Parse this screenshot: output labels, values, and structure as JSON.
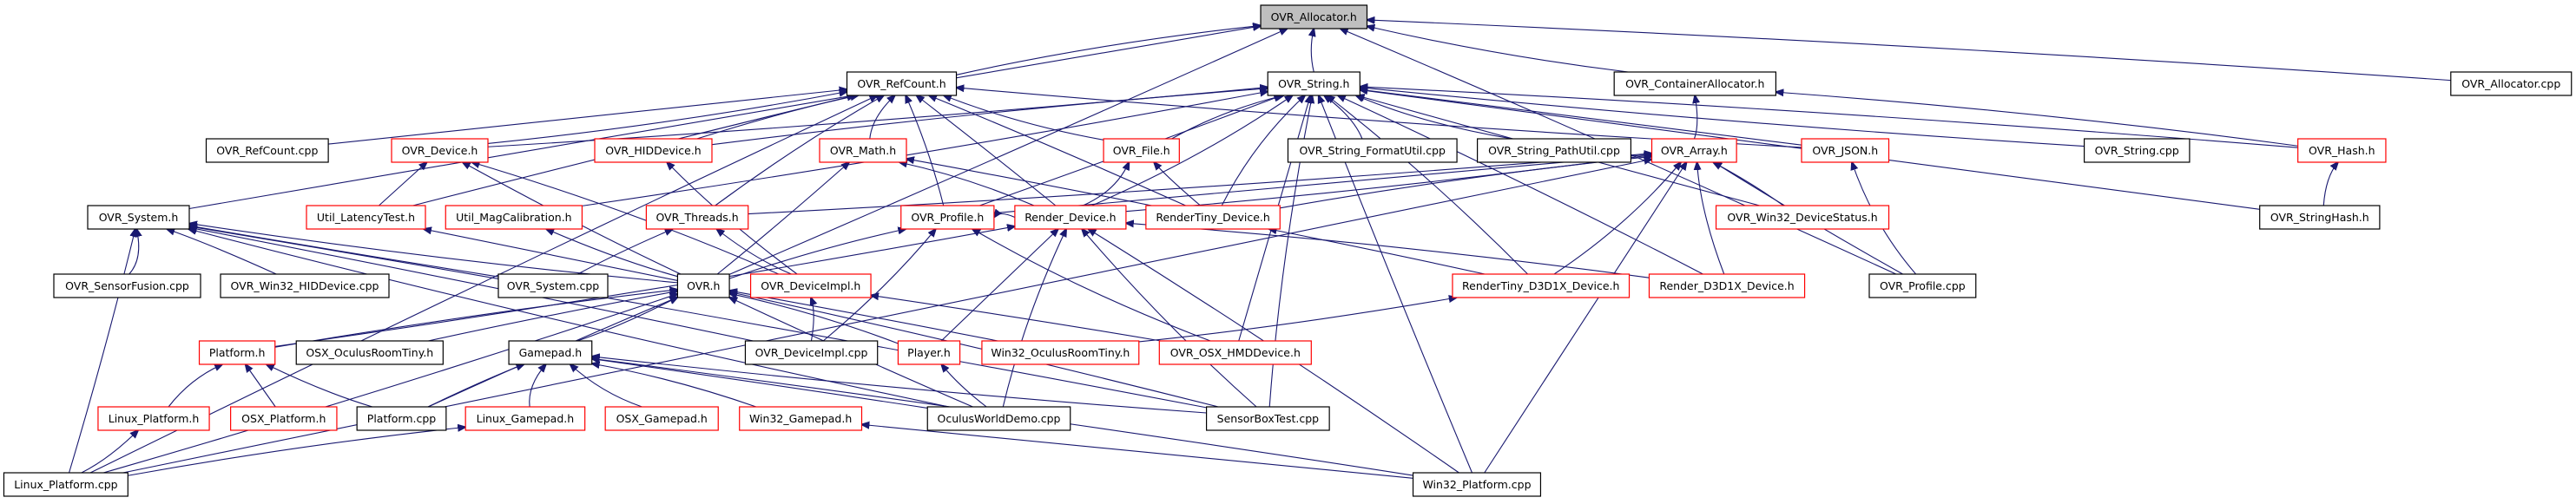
{
  "diagram": {
    "type": "include-dependency-graph",
    "root": "OVR_Allocator.h",
    "styles": {
      "root": {
        "fill": "#bfbfbf",
        "stroke": "#000000"
      },
      "documented": {
        "fill": "#ffffff",
        "stroke": "#000000"
      },
      "truncated": {
        "fill": "#ffffff",
        "stroke": "#ff0000"
      },
      "edge_color": "#191970"
    },
    "nodes": [
      {
        "id": "allocator_h",
        "label": "OVR_Allocator.h",
        "style": "root"
      },
      {
        "id": "refcount_h",
        "label": "OVR_RefCount.h",
        "style": "documented"
      },
      {
        "id": "string_h",
        "label": "OVR_String.h",
        "style": "documented"
      },
      {
        "id": "containerallocator_h",
        "label": "OVR_ContainerAllocator.h",
        "style": "documented"
      },
      {
        "id": "allocator_cpp",
        "label": "OVR_Allocator.cpp",
        "style": "documented"
      },
      {
        "id": "refcount_cpp",
        "label": "OVR_RefCount.cpp",
        "style": "documented"
      },
      {
        "id": "device_h",
        "label": "OVR_Device.h",
        "style": "truncated"
      },
      {
        "id": "hiddevice_h",
        "label": "OVR_HIDDevice.h",
        "style": "truncated"
      },
      {
        "id": "math_h",
        "label": "OVR_Math.h",
        "style": "truncated"
      },
      {
        "id": "file_h",
        "label": "OVR_File.h",
        "style": "truncated"
      },
      {
        "id": "string_formatutil_cpp",
        "label": "OVR_String_FormatUtil.cpp",
        "style": "documented"
      },
      {
        "id": "string_pathutil_cpp",
        "label": "OVR_String_PathUtil.cpp",
        "style": "documented"
      },
      {
        "id": "array_h",
        "label": "OVR_Array.h",
        "style": "truncated"
      },
      {
        "id": "json_h",
        "label": "OVR_JSON.h",
        "style": "truncated"
      },
      {
        "id": "string_cpp",
        "label": "OVR_String.cpp",
        "style": "documented"
      },
      {
        "id": "hash_h",
        "label": "OVR_Hash.h",
        "style": "truncated"
      },
      {
        "id": "system_h",
        "label": "OVR_System.h",
        "style": "documented"
      },
      {
        "id": "util_latencytest_h",
        "label": "Util_LatencyTest.h",
        "style": "truncated"
      },
      {
        "id": "util_magcalibration_h",
        "label": "Util_MagCalibration.h",
        "style": "truncated"
      },
      {
        "id": "threads_h",
        "label": "OVR_Threads.h",
        "style": "truncated"
      },
      {
        "id": "profile_h",
        "label": "OVR_Profile.h",
        "style": "truncated"
      },
      {
        "id": "render_device_h",
        "label": "Render_Device.h",
        "style": "truncated"
      },
      {
        "id": "rendertiny_device_h",
        "label": "RenderTiny_Device.h",
        "style": "truncated"
      },
      {
        "id": "win32_devicestatus_h",
        "label": "OVR_Win32_DeviceStatus.h",
        "style": "truncated"
      },
      {
        "id": "stringhash_h",
        "label": "OVR_StringHash.h",
        "style": "documented"
      },
      {
        "id": "sensorfusion_cpp",
        "label": "OVR_SensorFusion.cpp",
        "style": "documented"
      },
      {
        "id": "win32_hiddevice_cpp",
        "label": "OVR_Win32_HIDDevice.cpp",
        "style": "documented"
      },
      {
        "id": "system_cpp",
        "label": "OVR_System.cpp",
        "style": "documented"
      },
      {
        "id": "ovr_h",
        "label": "OVR.h",
        "style": "documented"
      },
      {
        "id": "deviceimpl_h",
        "label": "OVR_DeviceImpl.h",
        "style": "truncated"
      },
      {
        "id": "rendertiny_d3d1x_device_h",
        "label": "RenderTiny_D3D1X_Device.h",
        "style": "truncated"
      },
      {
        "id": "render_d3d1x_device_h",
        "label": "Render_D3D1X_Device.h",
        "style": "truncated"
      },
      {
        "id": "profile_cpp",
        "label": "OVR_Profile.cpp",
        "style": "documented"
      },
      {
        "id": "platform_h",
        "label": "Platform.h",
        "style": "truncated"
      },
      {
        "id": "osx_oculusroomtiny_h",
        "label": "OSX_OculusRoomTiny.h",
        "style": "documented"
      },
      {
        "id": "gamepad_h",
        "label": "Gamepad.h",
        "style": "documented"
      },
      {
        "id": "deviceimpl_cpp",
        "label": "OVR_DeviceImpl.cpp",
        "style": "documented"
      },
      {
        "id": "player_h",
        "label": "Player.h",
        "style": "truncated"
      },
      {
        "id": "win32_oculusroomtiny_h",
        "label": "Win32_OculusRoomTiny.h",
        "style": "truncated"
      },
      {
        "id": "osx_hmddevice_h",
        "label": "OVR_OSX_HMDDevice.h",
        "style": "truncated"
      },
      {
        "id": "linux_platform_h",
        "label": "Linux_Platform.h",
        "style": "truncated"
      },
      {
        "id": "osx_platform_h",
        "label": "OSX_Platform.h",
        "style": "truncated"
      },
      {
        "id": "platform_cpp",
        "label": "Platform.cpp",
        "style": "documented"
      },
      {
        "id": "linux_gamepad_h",
        "label": "Linux_Gamepad.h",
        "style": "truncated"
      },
      {
        "id": "osx_gamepad_h",
        "label": "OSX_Gamepad.h",
        "style": "truncated"
      },
      {
        "id": "win32_gamepad_h",
        "label": "Win32_Gamepad.h",
        "style": "truncated"
      },
      {
        "id": "oculusworlddemo_cpp",
        "label": "OculusWorldDemo.cpp",
        "style": "documented"
      },
      {
        "id": "sensorboxtest_cpp",
        "label": "SensorBoxTest.cpp",
        "style": "documented"
      },
      {
        "id": "linux_platform_cpp",
        "label": "Linux_Platform.cpp",
        "style": "documented"
      },
      {
        "id": "win32_platform_cpp",
        "label": "Win32_Platform.cpp",
        "style": "documented"
      }
    ],
    "edges": [
      [
        "refcount_h",
        "allocator_h"
      ],
      [
        "string_h",
        "allocator_h"
      ],
      [
        "containerallocator_h",
        "allocator_h"
      ],
      [
        "allocator_cpp",
        "allocator_h"
      ],
      [
        "system_h",
        "allocator_h"
      ],
      [
        "ovr_h",
        "allocator_h"
      ],
      [
        "profile_cpp",
        "allocator_h"
      ],
      [
        "refcount_cpp",
        "refcount_h"
      ],
      [
        "device_h",
        "refcount_h"
      ],
      [
        "hiddevice_h",
        "refcount_h"
      ],
      [
        "math_h",
        "refcount_h"
      ],
      [
        "file_h",
        "refcount_h"
      ],
      [
        "threads_h",
        "refcount_h"
      ],
      [
        "profile_h",
        "refcount_h"
      ],
      [
        "render_device_h",
        "refcount_h"
      ],
      [
        "rendertiny_device_h",
        "refcount_h"
      ],
      [
        "util_latencytest_h",
        "refcount_h"
      ],
      [
        "json_h",
        "refcount_h"
      ],
      [
        "linux_platform_cpp",
        "refcount_h"
      ],
      [
        "string_formatutil_cpp",
        "string_h"
      ],
      [
        "string_pathutil_cpp",
        "string_h"
      ],
      [
        "file_h",
        "string_h"
      ],
      [
        "json_h",
        "string_h"
      ],
      [
        "string_cpp",
        "string_h"
      ],
      [
        "hash_h",
        "string_h"
      ],
      [
        "stringhash_h",
        "string_h"
      ],
      [
        "device_h",
        "string_h"
      ],
      [
        "hiddevice_h",
        "string_h"
      ],
      [
        "profile_h",
        "string_h"
      ],
      [
        "render_device_h",
        "string_h"
      ],
      [
        "rendertiny_device_h",
        "string_h"
      ],
      [
        "win32_devicestatus_h",
        "string_h"
      ],
      [
        "util_magcalibration_h",
        "string_h"
      ],
      [
        "rendertiny_d3d1x_device_h",
        "string_h"
      ],
      [
        "render_d3d1x_device_h",
        "string_h"
      ],
      [
        "sensorboxtest_cpp",
        "string_h"
      ],
      [
        "win32_platform_cpp",
        "string_h"
      ],
      [
        "osx_hmddevice_h",
        "string_h"
      ],
      [
        "array_h",
        "containerallocator_h"
      ],
      [
        "hash_h",
        "containerallocator_h"
      ],
      [
        "profile_h",
        "array_h"
      ],
      [
        "render_device_h",
        "array_h"
      ],
      [
        "rendertiny_device_h",
        "array_h"
      ],
      [
        "win32_devicestatus_h",
        "array_h"
      ],
      [
        "rendertiny_d3d1x_device_h",
        "array_h"
      ],
      [
        "render_d3d1x_device_h",
        "array_h"
      ],
      [
        "profile_cpp",
        "array_h"
      ],
      [
        "threads_h",
        "array_h"
      ],
      [
        "win32_platform_cpp",
        "array_h"
      ],
      [
        "linux_platform_cpp",
        "array_h"
      ],
      [
        "profile_cpp",
        "json_h"
      ],
      [
        "stringhash_h",
        "hash_h"
      ],
      [
        "util_latencytest_h",
        "device_h"
      ],
      [
        "ovr_h",
        "device_h"
      ],
      [
        "deviceimpl_h",
        "device_h"
      ],
      [
        "deviceimpl_h",
        "hiddevice_h"
      ],
      [
        "ovr_h",
        "math_h"
      ],
      [
        "render_device_h",
        "math_h"
      ],
      [
        "rendertiny_device_h",
        "math_h"
      ],
      [
        "render_device_h",
        "file_h"
      ],
      [
        "rendertiny_device_h",
        "file_h"
      ],
      [
        "system_cpp",
        "threads_h"
      ],
      [
        "deviceimpl_h",
        "threads_h"
      ],
      [
        "ovr_h",
        "profile_h"
      ],
      [
        "deviceimpl_cpp",
        "profile_h"
      ],
      [
        "osx_hmddevice_h",
        "profile_h"
      ],
      [
        "render_device_h",
        "profile_h"
      ],
      [
        "player_h",
        "render_device_h"
      ],
      [
        "platform_h",
        "render_device_h"
      ],
      [
        "render_d3d1x_device_h",
        "render_device_h"
      ],
      [
        "oculusworlddemo_cpp",
        "render_device_h"
      ],
      [
        "sensorboxtest_cpp",
        "render_device_h"
      ],
      [
        "win32_platform_cpp",
        "render_device_h"
      ],
      [
        "rendertiny_d3d1x_device_h",
        "rendertiny_device_h"
      ],
      [
        "sensorfusion_cpp",
        "system_h"
      ],
      [
        "win32_hiddevice_cpp",
        "system_h"
      ],
      [
        "system_cpp",
        "system_h"
      ],
      [
        "ovr_h",
        "system_h"
      ],
      [
        "linux_platform_cpp",
        "system_h"
      ],
      [
        "deviceimpl_cpp",
        "system_h"
      ],
      [
        "oculusworlddemo_cpp",
        "system_h"
      ],
      [
        "sensorboxtest_cpp",
        "system_h"
      ],
      [
        "ovr_h",
        "util_latencytest_h"
      ],
      [
        "ovr_h",
        "util_magcalibration_h"
      ],
      [
        "platform_h",
        "ovr_h"
      ],
      [
        "osx_oculusroomtiny_h",
        "ovr_h"
      ],
      [
        "gamepad_h",
        "ovr_h"
      ],
      [
        "player_h",
        "ovr_h"
      ],
      [
        "win32_oculusroomtiny_h",
        "ovr_h"
      ],
      [
        "oculusworlddemo_cpp",
        "ovr_h"
      ],
      [
        "sensorboxtest_cpp",
        "ovr_h"
      ],
      [
        "platform_cpp",
        "ovr_h"
      ],
      [
        "linux_platform_cpp",
        "ovr_h"
      ],
      [
        "deviceimpl_cpp",
        "deviceimpl_h"
      ],
      [
        "osx_hmddevice_h",
        "deviceimpl_h"
      ],
      [
        "win32_oculusroomtiny_h",
        "rendertiny_d3d1x_device_h"
      ],
      [
        "linux_platform_h",
        "platform_h"
      ],
      [
        "osx_platform_h",
        "platform_h"
      ],
      [
        "platform_cpp",
        "platform_h"
      ],
      [
        "platform_cpp",
        "gamepad_h"
      ],
      [
        "linux_gamepad_h",
        "gamepad_h"
      ],
      [
        "osx_gamepad_h",
        "gamepad_h"
      ],
      [
        "win32_gamepad_h",
        "gamepad_h"
      ],
      [
        "oculusworlddemo_cpp",
        "gamepad_h"
      ],
      [
        "sensorboxtest_cpp",
        "gamepad_h"
      ],
      [
        "win32_platform_cpp",
        "gamepad_h"
      ],
      [
        "oculusworlddemo_cpp",
        "player_h"
      ],
      [
        "linux_platform_cpp",
        "linux_platform_h"
      ],
      [
        "linux_platform_cpp",
        "linux_gamepad_h"
      ],
      [
        "win32_platform_cpp",
        "win32_gamepad_h"
      ]
    ]
  }
}
